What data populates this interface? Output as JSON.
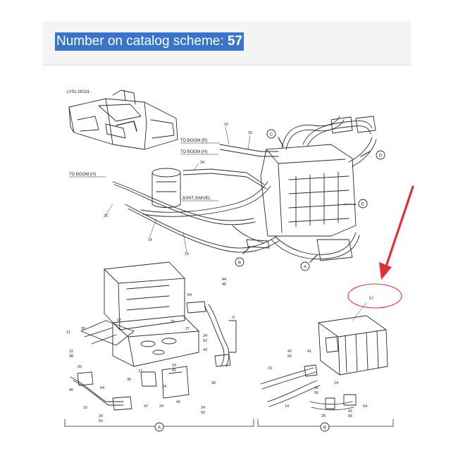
{
  "header": {
    "prefix": "Number on catalog scheme:",
    "number": "57"
  },
  "diagram": {
    "model_code": "LY01-00101-",
    "callouts": {
      "to_boom_r": "TO BOOM (R)",
      "to_boom_h_right": "TO BOOM (H)",
      "to_boom_h_left": "TO BOOM (H)",
      "joint_swivel": "JOINT,SWIVEL"
    },
    "views": [
      "A",
      "B",
      "C",
      "D",
      "E"
    ],
    "highlighted_part": "57",
    "part_numbers_top": [
      "16",
      "16",
      "34",
      "25",
      "14",
      "15"
    ],
    "part_numbers_a": [
      "44",
      "45",
      "54",
      "6",
      "17",
      "29",
      "27",
      "11",
      "30",
      "22",
      "38",
      "24",
      "52",
      "26",
      "17",
      "36",
      "24",
      "41",
      "43",
      "47",
      "24",
      "42",
      "30",
      "24",
      "50",
      "24",
      "50",
      "54",
      "46",
      "10",
      "24"
    ],
    "part_numbers_b": [
      "57",
      "42",
      "55",
      "15",
      "41",
      "42",
      "56",
      "14",
      "25",
      "24",
      "42",
      "56",
      "54"
    ],
    "accent_color": "#e03030"
  }
}
